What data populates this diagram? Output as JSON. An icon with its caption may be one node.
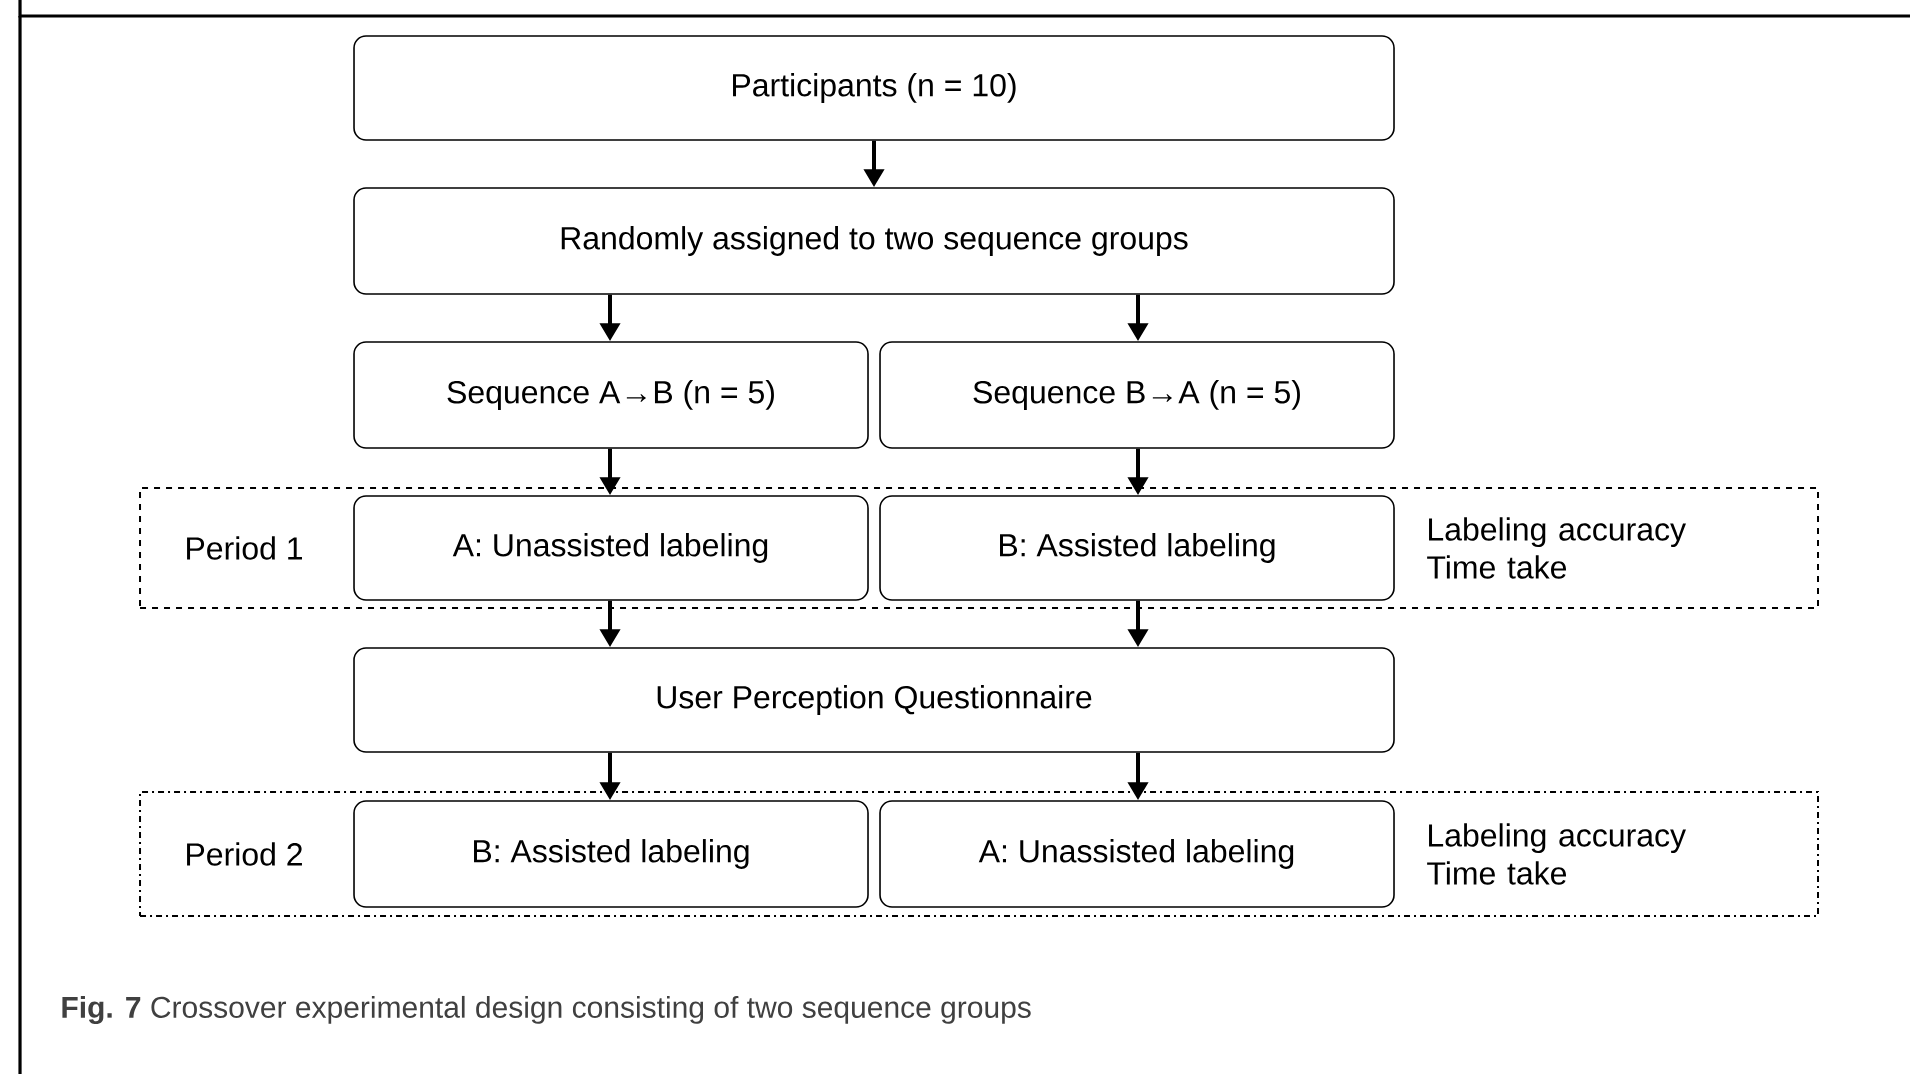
{
  "diagram": {
    "caption": "**Fig. 7** Crossover experimental design consisting of two sequence groups",
    "nodes": [
      {
        "text": [
          "Participants (n = 10)"
        ]
      },
      {
        "text": [
          "Randomly assigned to two sequence groups"
        ]
      },
      {
        "text": [
          "Sequence A→B (n = 5)"
        ]
      },
      {
        "text": [
          "Sequence B→A (n = 5)"
        ]
      },
      {
        "text": [
          "Period 1",
          "Labeling accuracy Time take"
        ]
      },
      {
        "text": [
          "A: Unassisted labeling"
        ],
        "in": 4
      },
      {
        "text": [
          "B: Assisted labeling"
        ],
        "in": 4
      },
      {
        "text": [
          "User Perception Questionnaire"
        ]
      },
      {
        "text": [
          "Period 2",
          "Labeling accuracy Time take"
        ]
      },
      {
        "text": [
          "B: Assisted labeling"
        ],
        "in": 8
      },
      {
        "text": [
          "A: Unassisted labeling"
        ],
        "in": 8
      }
    ],
    "edges": [
      {
        "from": 0,
        "to": 1,
        "arrow": "to"
      },
      {
        "from": 1,
        "to": 2,
        "arrow": "to"
      },
      {
        "from": 1,
        "to": 3,
        "arrow": "to"
      },
      {
        "from": 2,
        "to": 5,
        "arrow": "to"
      },
      {
        "from": 3,
        "to": 6,
        "arrow": "to"
      },
      {
        "from": 5,
        "to": 7,
        "arrow": "to"
      },
      {
        "from": 6,
        "to": 7,
        "arrow": "to"
      },
      {
        "from": 7,
        "to": 9,
        "arrow": "to"
      },
      {
        "from": 7,
        "to": 10,
        "arrow": "to"
      }
    ]
  }
}
